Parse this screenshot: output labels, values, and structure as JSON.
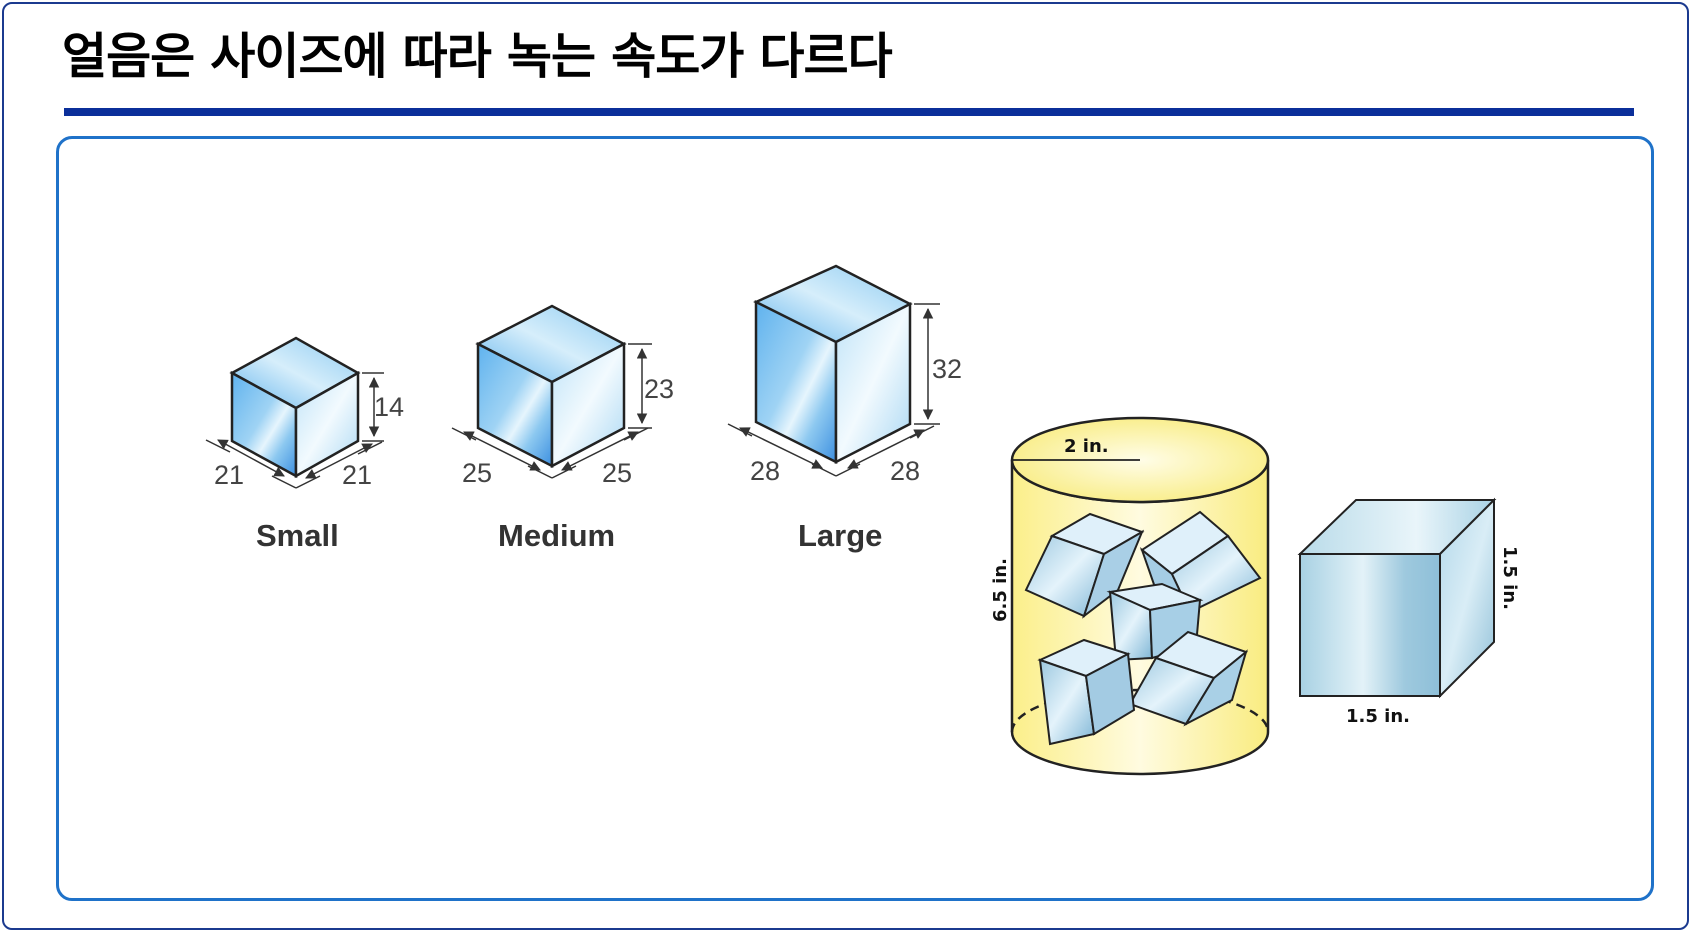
{
  "title": "얼음은 사이즈에 따라 녹는 속도가 다르다",
  "cubes": [
    {
      "name": "Small",
      "width": "21",
      "depth": "21",
      "height": "14"
    },
    {
      "name": "Medium",
      "width": "25",
      "depth": "25",
      "height": "23"
    },
    {
      "name": "Large",
      "width": "28",
      "depth": "28",
      "height": "32"
    }
  ],
  "glass": {
    "radius": "2 in.",
    "height": "6.5 in."
  },
  "ice_cube": {
    "width": "1.5 in.",
    "height": "1.5 in."
  },
  "colors": {
    "title_rule": "#0b2f9a",
    "panel_border": "#1f72c9",
    "frame_border": "#1b3a8f",
    "glass_fill": "#fbf3a8",
    "ice_blue": "#9fd0ef"
  }
}
